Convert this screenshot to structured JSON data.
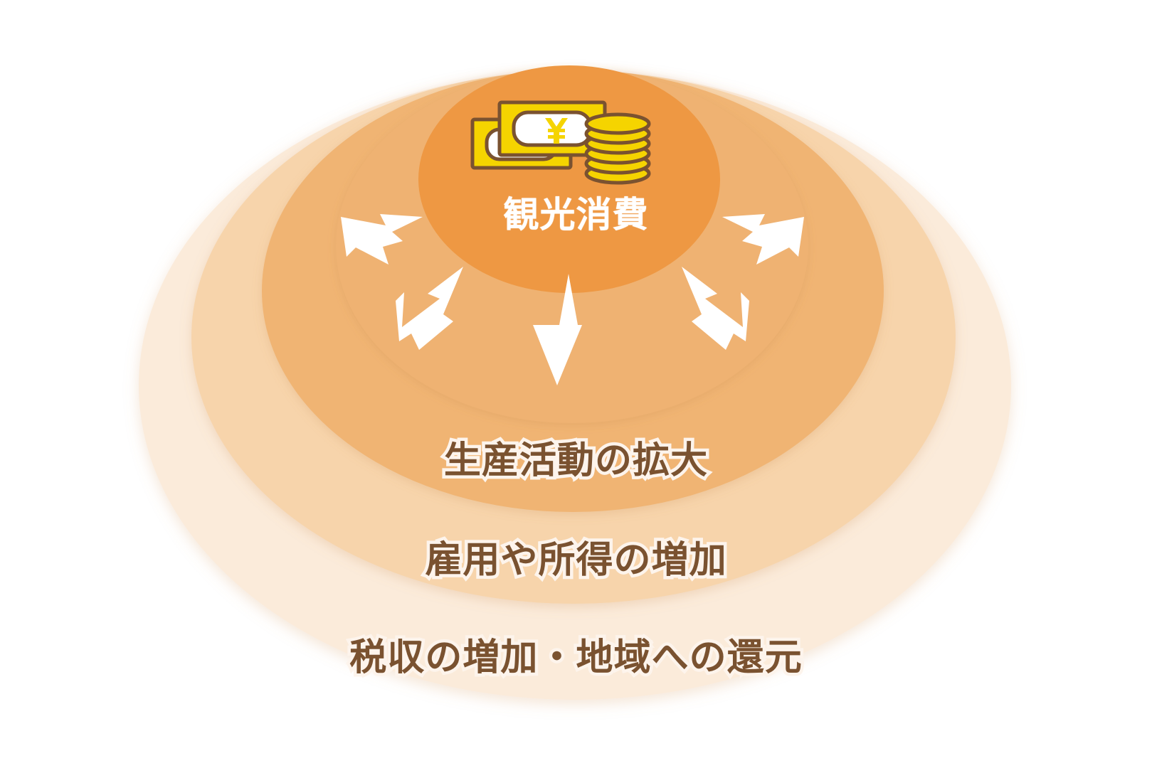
{
  "diagram": {
    "type": "concentric-ripple",
    "title_text_color": "#7A5230",
    "background": "#FFFFFF",
    "center": {
      "label": "観光消費",
      "label_color": "#FFFFFF",
      "fill": "#EE9843",
      "icon": "money-icon"
    },
    "rings": [
      {
        "label": "生産活動の拡大",
        "fill": "#F0B473",
        "label_color": "#7A5230"
      },
      {
        "label": "雇用や所得の増加",
        "fill": "#F7D4AB",
        "label_color": "#7A5230"
      },
      {
        "label": "税収の増加・地域への還元",
        "fill": "#FBEBDA",
        "label_color": "#7A5230"
      }
    ],
    "ring_fills_outer_to_inner": [
      "#FBEBDA",
      "#F7D4AB",
      "#F0B473",
      "#EE9843"
    ],
    "arrows": {
      "count": 5,
      "color": "#FFFFFF",
      "directions": [
        "up-left",
        "down-left",
        "down",
        "down-right",
        "up-right"
      ]
    },
    "icon": {
      "name": "money-icon",
      "note_fill": "#F5D400",
      "note_inner_fill": "#FFFFFF",
      "outline": "#7A5230",
      "coin_fill": "#F5D400",
      "coin_count": 6,
      "currency_symbol": "¥"
    }
  }
}
